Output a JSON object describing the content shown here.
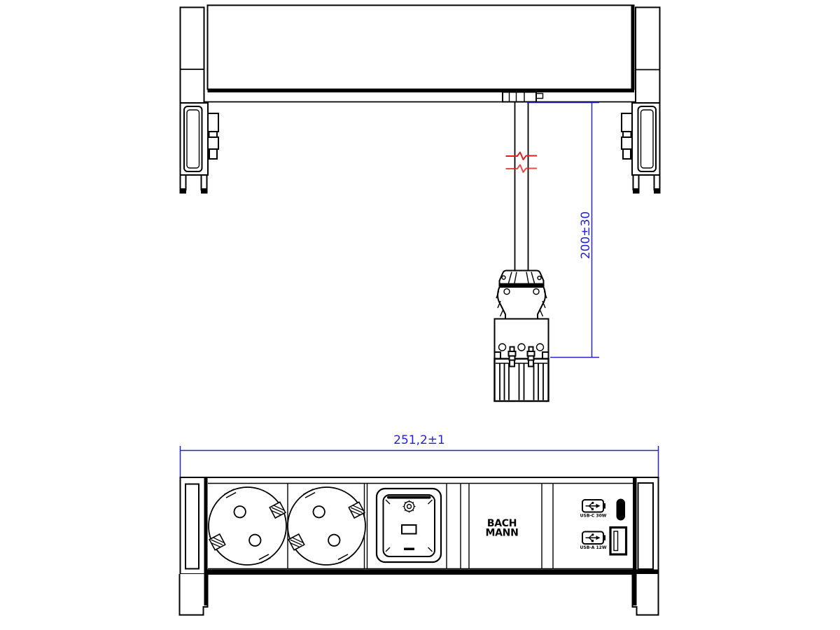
{
  "colors": {
    "line_black": "#000000",
    "dimension_blue": "#2424c8",
    "break_mark_red": "#e02020",
    "background": "#ffffff"
  },
  "top_view": {
    "height_dimension_label": "200±30"
  },
  "bottom_view": {
    "width_dimension_label": "251,2±1",
    "logo": {
      "line1": "BACH",
      "line2": "MANN"
    },
    "usb_module": {
      "usb_c_label": "USB-C 30W",
      "usb_a_label": "USB-A 12W"
    }
  },
  "icons": {
    "schuko_socket": "CEE 7/3 socket face with earth clips",
    "power_switch": "illuminated rocker switch",
    "usb_charge": "USB trident inside charger outline",
    "usb_c_port": "USB-C receptacle",
    "usb_a_port": "USB-A receptacle",
    "cable_break": "pipe break symbol"
  }
}
